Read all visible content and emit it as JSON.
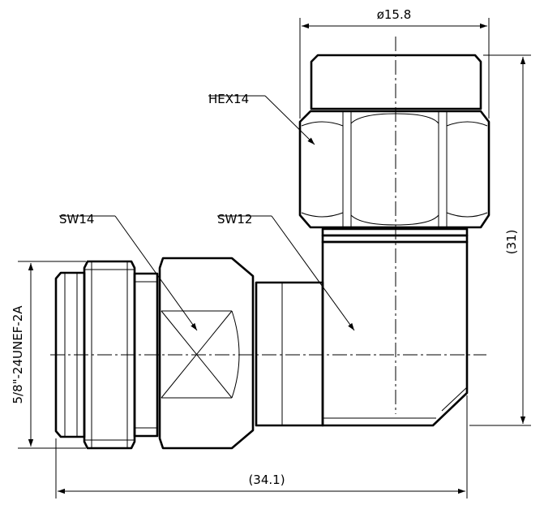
{
  "labels": {
    "top_diameter": "ø15.8",
    "hex_nut": "HEX14",
    "wrench_flat_left": "SW14",
    "wrench_flat_body": "SW12",
    "thread_spec": "5/8\"-24UNEF-2A",
    "height_ref": "(31)",
    "width_ref": "(34.1)"
  }
}
